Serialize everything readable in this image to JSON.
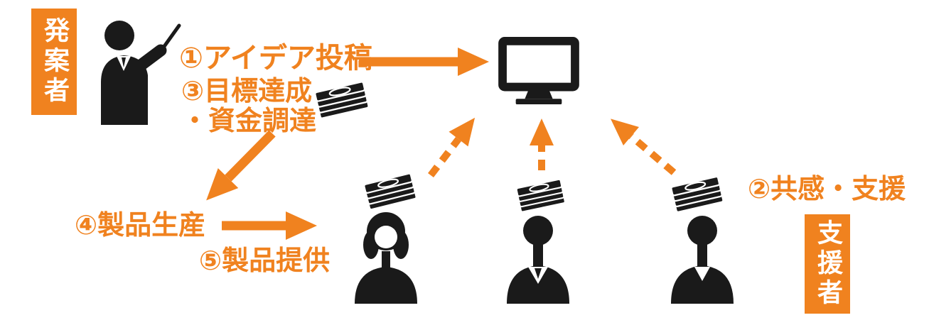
{
  "colors": {
    "accent": "#F0821F",
    "ink": "#1A1A1A"
  },
  "roles": {
    "proposer": {
      "label": "発案者"
    },
    "supporter": {
      "label": "支援者"
    }
  },
  "steps": {
    "step1": {
      "label": "①アイデア投稿"
    },
    "step2": {
      "label": "②共感・支援"
    },
    "step3": {
      "label_line1": "③目標達成",
      "label_line2": "・資金調達"
    },
    "step4": {
      "label": "④製品生産"
    },
    "step5": {
      "label": "⑤製品提供"
    }
  },
  "icons": {
    "presenter": "presenter-icon",
    "monitor": "monitor-icon",
    "money": "money-stack-icon",
    "supporter_left": "female-supporter-icon",
    "supporter_middle": "male-supporter-icon",
    "supporter_right": "male-supporter-icon"
  }
}
